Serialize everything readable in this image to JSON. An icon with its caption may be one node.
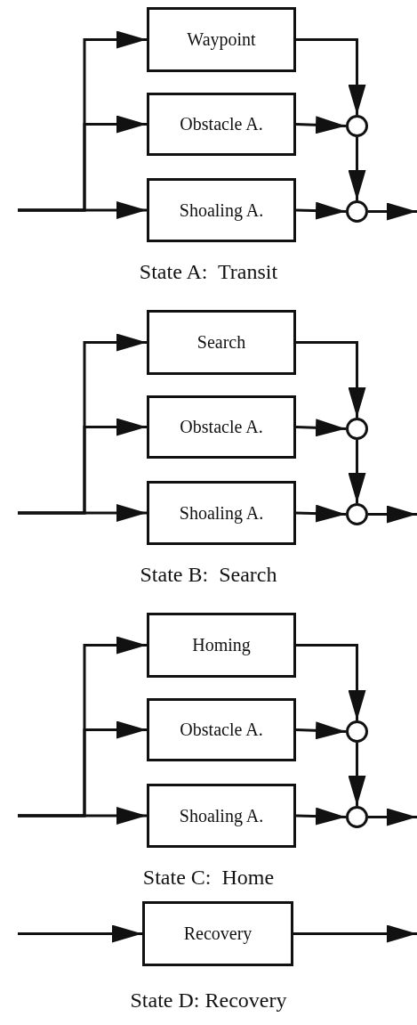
{
  "diagram": {
    "nodes": [
      {
        "text": [
          "Waypoint"
        ]
      },
      {
        "text": [
          "Obstacle A."
        ]
      },
      {
        "text": [
          "Shoaling A."
        ]
      },
      {
        "text": [],
        "shape": "circle"
      },
      {
        "text": [],
        "shape": "circle"
      },
      {
        "text": [
          "Search"
        ]
      },
      {
        "text": [
          "Obstacle A."
        ]
      },
      {
        "text": [
          "Shoaling A."
        ]
      },
      {
        "text": [],
        "shape": "circle"
      },
      {
        "text": [],
        "shape": "circle"
      },
      {
        "text": [
          "Homing"
        ]
      },
      {
        "text": [
          "Obstacle A."
        ]
      },
      {
        "text": [
          "Shoaling A."
        ]
      },
      {
        "text": [],
        "shape": "circle"
      },
      {
        "text": [],
        "shape": "circle"
      },
      {
        "text": [
          "Recovery"
        ]
      }
    ],
    "edges": [
      {
        "from": null,
        "to": 0,
        "arrow": "to"
      },
      {
        "from": null,
        "to": 1,
        "arrow": "to"
      },
      {
        "from": null,
        "to": 2,
        "arrow": "to"
      },
      {
        "from": 0,
        "to": 3,
        "arrow": "to"
      },
      {
        "from": 1,
        "to": 3,
        "arrow": "to"
      },
      {
        "from": 3,
        "to": 4,
        "arrow": "to"
      },
      {
        "from": 2,
        "to": 4,
        "arrow": "to"
      },
      {
        "from": 4,
        "to": null,
        "arrow": "to"
      },
      {
        "from": null,
        "to": 5,
        "arrow": "to"
      },
      {
        "from": null,
        "to": 6,
        "arrow": "to"
      },
      {
        "from": null,
        "to": 7,
        "arrow": "to"
      },
      {
        "from": 5,
        "to": 8,
        "arrow": "to"
      },
      {
        "from": 6,
        "to": 8,
        "arrow": "to"
      },
      {
        "from": 8,
        "to": 9,
        "arrow": "to"
      },
      {
        "from": 7,
        "to": 9,
        "arrow": "to"
      },
      {
        "from": 9,
        "to": null,
        "arrow": "to"
      },
      {
        "from": null,
        "to": 10,
        "arrow": "to"
      },
      {
        "from": null,
        "to": 11,
        "arrow": "to"
      },
      {
        "from": null,
        "to": 12,
        "arrow": "to"
      },
      {
        "from": 10,
        "to": 13,
        "arrow": "to"
      },
      {
        "from": 11,
        "to": 13,
        "arrow": "to"
      },
      {
        "from": 13,
        "to": 14,
        "arrow": "to"
      },
      {
        "from": 12,
        "to": 14,
        "arrow": "to"
      },
      {
        "from": 14,
        "to": null,
        "arrow": "to"
      },
      {
        "from": null,
        "to": 15,
        "arrow": "to"
      },
      {
        "from": 15,
        "to": null,
        "arrow": "to"
      }
    ],
    "labels": [
      "State A:  Transit",
      "State B:  Search",
      "State C:  Home",
      "State D: Recovery"
    ]
  }
}
